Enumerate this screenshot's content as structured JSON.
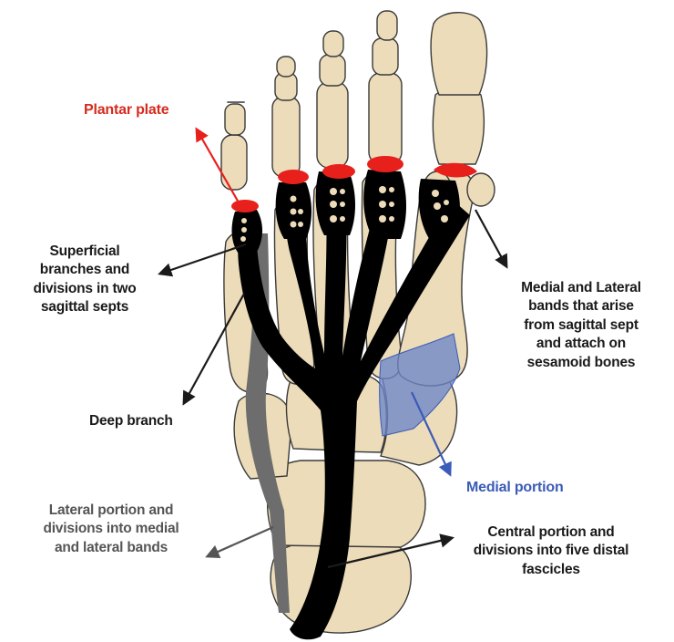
{
  "labels": {
    "plantar_plate": "Plantar plate",
    "superficial": [
      "Superficial",
      "branches and",
      "divisions in two",
      "sagittal septs"
    ],
    "deep_branch": "Deep branch",
    "lateral_portion": [
      "Lateral portion and",
      "divisions into medial",
      "and lateral bands"
    ],
    "medial_lateral_bands": [
      "Medial and Lateral",
      "bands that arise",
      "from sagittal sept",
      "and attach on",
      "sesamoid bones"
    ],
    "medial_portion": "Medial portion",
    "central_portion": [
      "Central portion and",
      "divisions into five distal",
      "fascicles"
    ]
  },
  "colors": {
    "bone": "#ecdcb9",
    "bone_outline": "#3a3a3a",
    "fascia": "#000000",
    "plantar_plate": "#e8201c",
    "lateral_portion": "#6d6d6d",
    "medial_portion": "#6d86c8",
    "label_red": "#d62b1f",
    "label_blue": "#3a5bb7",
    "label_dark": "#1a1a1a",
    "label_gray": "#555555"
  }
}
